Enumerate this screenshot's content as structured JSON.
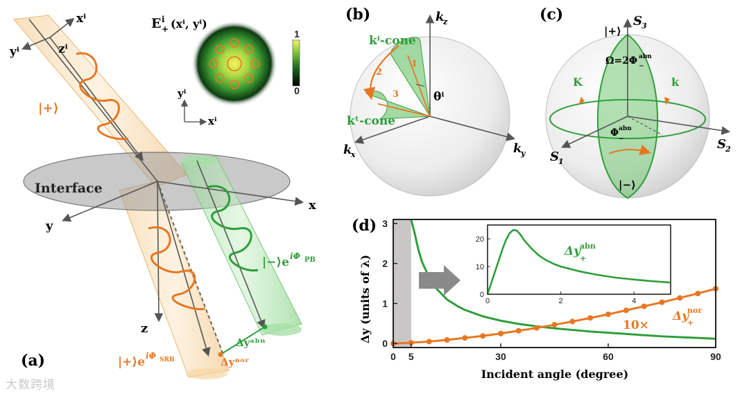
{
  "panel_a": {
    "label": "(a)",
    "interface": "Interface",
    "axis_x": "x",
    "axis_y": "y",
    "axis_z": "z",
    "axis_xi": "xⁱ",
    "axis_yi": "yⁱ",
    "axis_zi": "zⁱ",
    "state_plus": "|+⟩",
    "state_plus_srb": "|+⟩e",
    "srb_exp": "iΦ",
    "srb_sub": "SRB",
    "state_minus_pb": "|−⟩e",
    "pb_exp": "iΦ",
    "pb_sub": "PB",
    "dy_nor": "Δyⁿᵒʳ",
    "dy_abn": "Δyᵃᵇⁿ",
    "inset_title": "E",
    "inset_title_sup": "i",
    "inset_title_sub": "+",
    "inset_title_args": "(xⁱ, yⁱ)",
    "colorbar_max": "1",
    "colorbar_min": "0",
    "inset_yi": "yⁱ",
    "inset_xi": "xⁱ"
  },
  "panel_b": {
    "label": "(b)",
    "kz": "k",
    "kz_sub": "z",
    "kx": "k",
    "kx_sub": "x",
    "ky": "k",
    "ky_sub": "y",
    "ki_cone": "kⁱ-cone",
    "kt_cone": "kᵗ-cone",
    "theta": "θⁱ",
    "n1": "1",
    "n2": "2",
    "n3": "3"
  },
  "panel_c": {
    "label": "(c)",
    "s3": "S",
    "s3_sub": "3",
    "s1": "S",
    "s1_sub": "1",
    "s2": "S",
    "s2_sub": "2",
    "plus": "|+⟩",
    "minus": "|−⟩",
    "omega": "Ω=2Φ",
    "omega_sub": "−",
    "omega_sup": "abn",
    "K": "K",
    "k": "k",
    "phi": "Φ",
    "phi_sub": "−",
    "phi_sup": "abn"
  },
  "panel_d": {
    "label": "(d)",
    "ylabel": "Δy (units of λ)",
    "xlabel": "Incident angle (degree)",
    "annot_10x": "10×",
    "annot_nor": "Δy",
    "annot_nor_sub": "+",
    "annot_nor_sup": "nor",
    "inset_annot": "Δy",
    "inset_annot_sub": "+",
    "inset_annot_sup": "abn"
  },
  "watermark": "大数跨境",
  "chart_data": {
    "type": "line",
    "xlabel": "Incident angle (degree)",
    "ylabel": "Δy (units of λ)",
    "xlim": [
      0,
      90
    ],
    "ylim": [
      -0.1,
      3.1
    ],
    "xticks": [
      0,
      5,
      30,
      60,
      90
    ],
    "yticks": [
      0,
      1,
      2,
      3
    ],
    "shaded_region": [
      0,
      5
    ],
    "series": [
      {
        "name": "Δy+abn",
        "color": "#2e9e3a",
        "x": [
          5,
          6,
          7,
          8,
          10,
          12,
          15,
          18,
          20,
          25,
          30,
          35,
          40,
          45,
          50,
          55,
          60,
          65,
          70,
          75,
          80,
          85,
          90
        ],
        "y": [
          3.1,
          2.75,
          2.35,
          2.05,
          1.65,
          1.38,
          1.1,
          0.93,
          0.84,
          0.68,
          0.57,
          0.49,
          0.43,
          0.38,
          0.34,
          0.3,
          0.27,
          0.24,
          0.21,
          0.18,
          0.16,
          0.14,
          0.12
        ]
      },
      {
        "name": "10× Δy+nor",
        "color": "#e87722",
        "x": [
          0,
          5,
          10,
          15,
          20,
          25,
          30,
          35,
          40,
          45,
          50,
          55,
          60,
          65,
          70,
          75,
          80,
          85,
          90
        ],
        "y": [
          0.0,
          0.02,
          0.05,
          0.09,
          0.14,
          0.19,
          0.25,
          0.32,
          0.39,
          0.47,
          0.55,
          0.64,
          0.73,
          0.83,
          0.93,
          1.03,
          1.14,
          1.25,
          1.37
        ]
      }
    ],
    "inset": {
      "xlim": [
        0,
        5
      ],
      "ylim": [
        0,
        25
      ],
      "xticks": [
        0,
        2,
        4
      ],
      "yticks": [
        0,
        10,
        20
      ],
      "series": [
        {
          "name": "Δy+abn",
          "x": [
            0,
            0.1,
            0.2,
            0.3,
            0.4,
            0.5,
            0.6,
            0.7,
            0.8,
            0.9,
            1.0,
            1.2,
            1.4,
            1.6,
            1.8,
            2.0,
            2.5,
            3.0,
            3.5,
            4.0,
            4.5,
            5.0
          ],
          "y": [
            0,
            4,
            8,
            12,
            16,
            19.5,
            22,
            23.2,
            23.0,
            21.5,
            19.5,
            16.5,
            14.0,
            12.3,
            11.0,
            10.0,
            8.3,
            7.0,
            6.0,
            5.3,
            4.7,
            4.2
          ]
        }
      ]
    }
  }
}
